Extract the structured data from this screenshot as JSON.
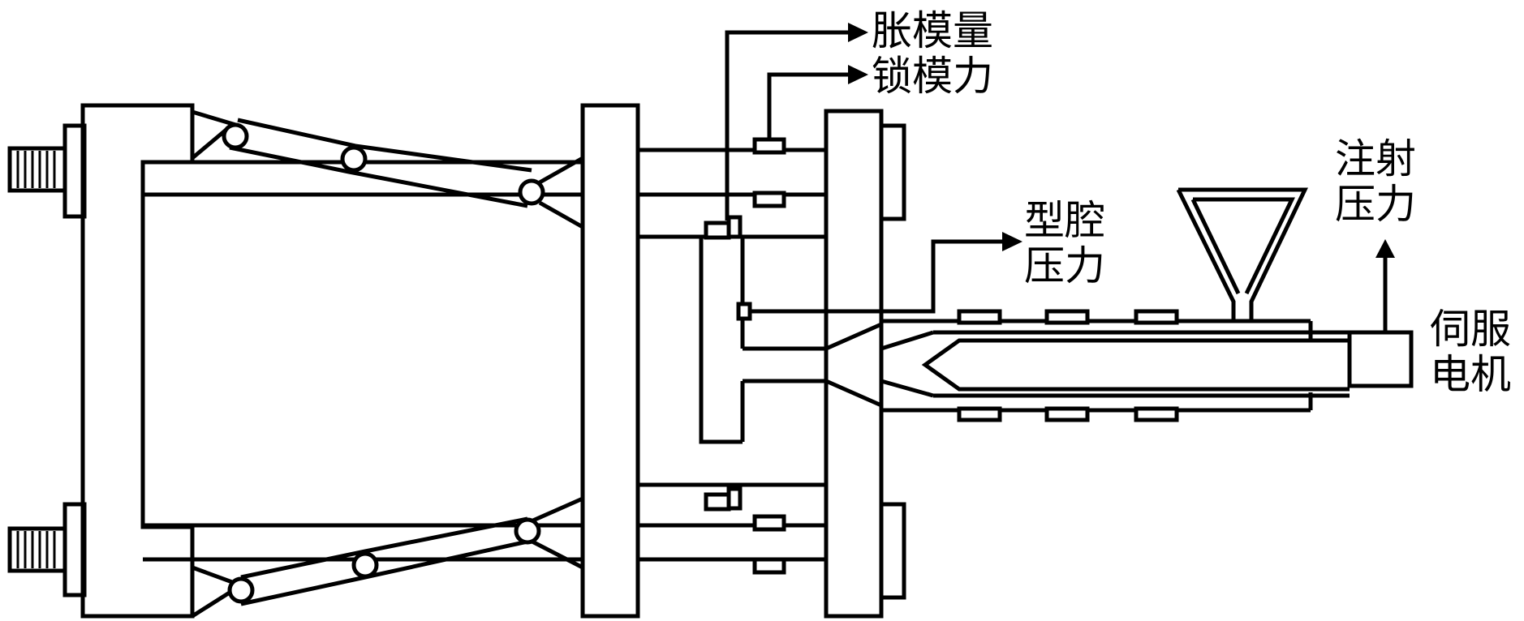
{
  "labels": {
    "mold_expansion": "胀模量",
    "clamping_force": "锁模力",
    "cavity_pressure": [
      "型腔",
      "压力"
    ],
    "injection_pressure": [
      "注射",
      "压力"
    ],
    "servo_motor": [
      "伺服",
      "电机"
    ]
  },
  "colors": {
    "stroke": "#000000",
    "background": "#ffffff"
  }
}
